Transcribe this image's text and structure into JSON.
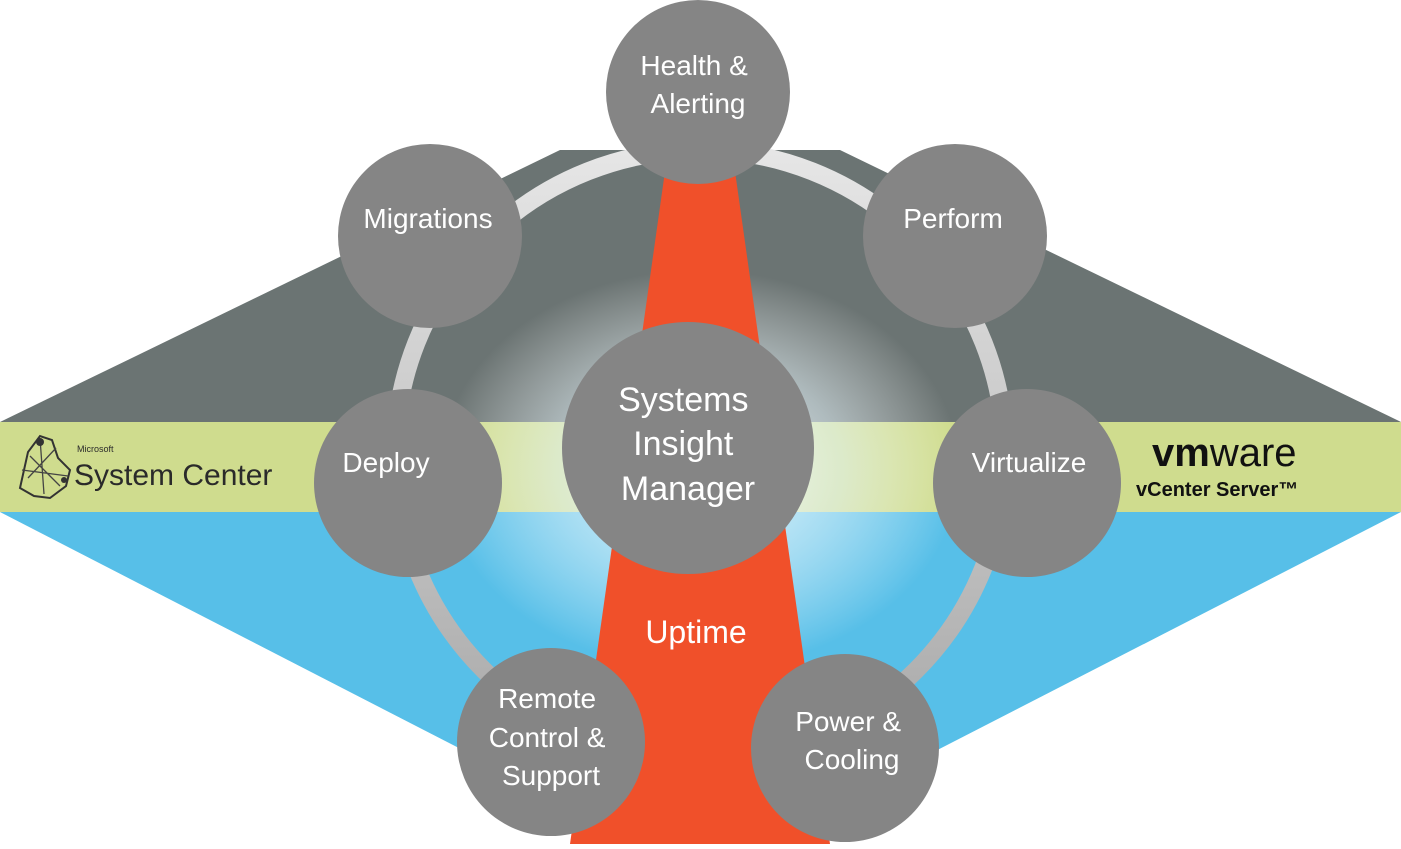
{
  "diagram": {
    "center": {
      "lines": [
        "Systems",
        "Insight",
        "Manager"
      ]
    },
    "uptime_label": "Uptime",
    "nodes": [
      {
        "id": "health-alerting",
        "lines": [
          "Health &",
          "Alerting"
        ]
      },
      {
        "id": "perform",
        "lines": [
          "Perform"
        ]
      },
      {
        "id": "virtualize",
        "lines": [
          "Virtualize"
        ]
      },
      {
        "id": "power-cooling",
        "lines": [
          "Power &",
          "Cooling"
        ]
      },
      {
        "id": "remote-control-support",
        "lines": [
          "Remote",
          "Control &",
          "Support"
        ]
      },
      {
        "id": "deploy",
        "lines": [
          "Deploy"
        ]
      },
      {
        "id": "migrations",
        "lines": [
          "Migrations"
        ]
      }
    ],
    "left_logo": {
      "small": "Microsoft",
      "main": "System Center"
    },
    "right_logo": {
      "brand_bold": "vm",
      "brand_light": "ware",
      "product": "vCenter Server™"
    },
    "colors": {
      "node_fill": "#858585",
      "dark_band": "#6b7473",
      "light_band": "#cfdc8e",
      "blue_band": "#57bfe8",
      "uptime_red": "#f0502a",
      "ring": "#c8c8c8"
    }
  }
}
